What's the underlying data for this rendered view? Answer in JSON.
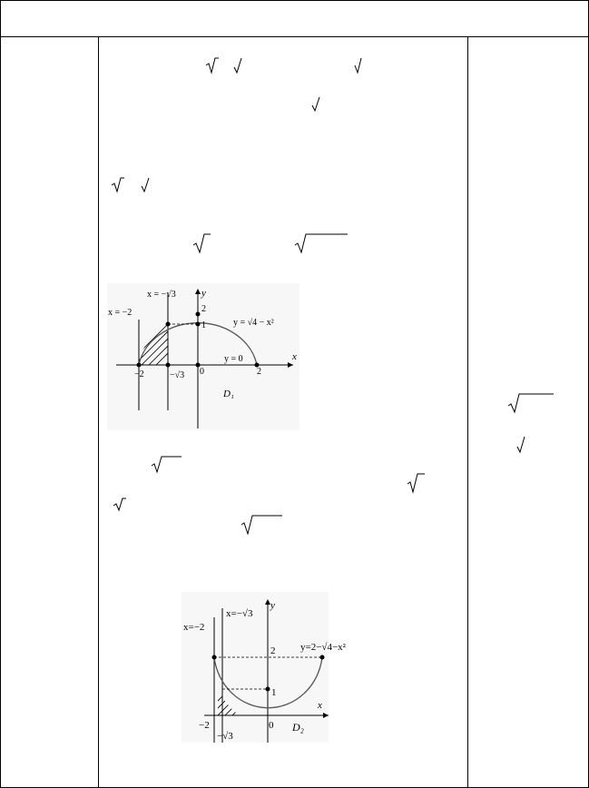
{
  "figure1": {
    "labels": {
      "x_eq_neg2": "x = −2",
      "x_eq_neg_root3": "x = −√3",
      "y_axis": "y",
      "x_axis": "x",
      "curve": "y = √4 − x²",
      "y_eq_0": "y = 0",
      "tick_2_top": "2",
      "tick_1": "1",
      "tick_neg2": "−2",
      "tick_neg_root3": "−√3",
      "tick_0": "0",
      "tick_2_right": "2",
      "region": "D₁"
    }
  },
  "figure2": {
    "labels": {
      "x_eq_neg2": "x=−2",
      "x_eq_neg_root3": "x=−√3",
      "y_axis": "y",
      "x_axis": "x",
      "curve": "y=2−√4−x²",
      "tick_2": "2",
      "tick_1": "1",
      "tick_neg2": "−2",
      "tick_neg_root3": "−√3",
      "tick_0": "0",
      "region": "D₂"
    }
  }
}
